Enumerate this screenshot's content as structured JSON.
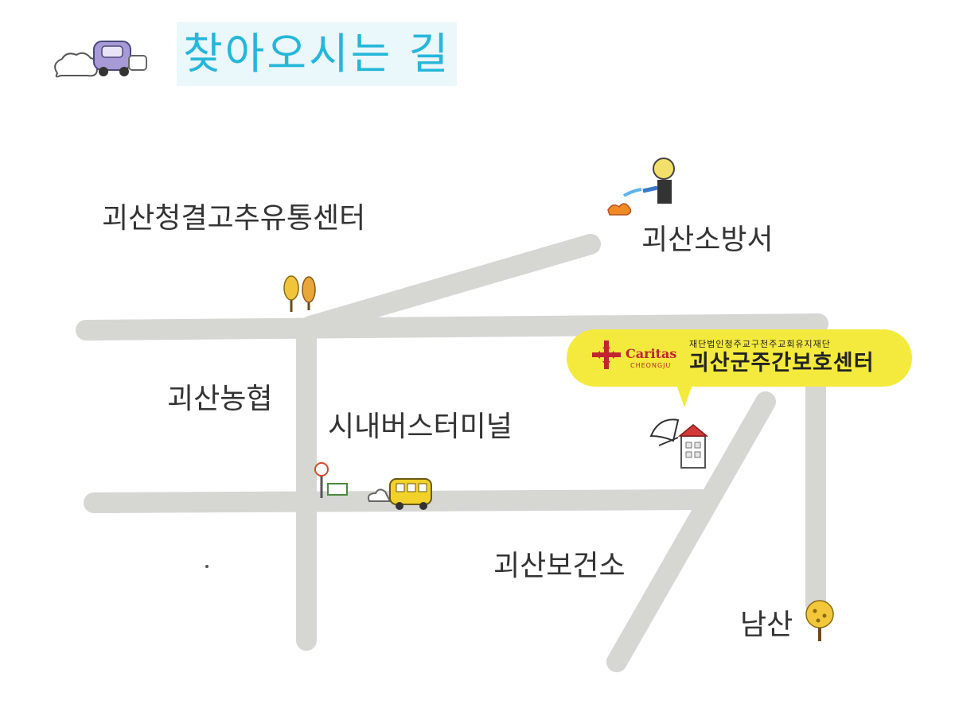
{
  "title": "찾아오시는 길",
  "places": {
    "cleanPepper": "괴산청결고추유통센터",
    "fireStation": "괴산소방서",
    "nonghyup": "괴산농협",
    "busTerminal": "시내버스터미널",
    "healthCenter": "괴산보건소",
    "namsan": "남산"
  },
  "callout": {
    "brand": "Caritas",
    "brand_sub": "CHEONGJU",
    "org": "재단법인청주교구천주교회유지재단",
    "name": "괴산군주간보호센터"
  },
  "colors": {
    "road": "#d6d6d3",
    "title": "#25b7d9",
    "callout": "#f4ea3d",
    "accent": "#c0262e"
  }
}
